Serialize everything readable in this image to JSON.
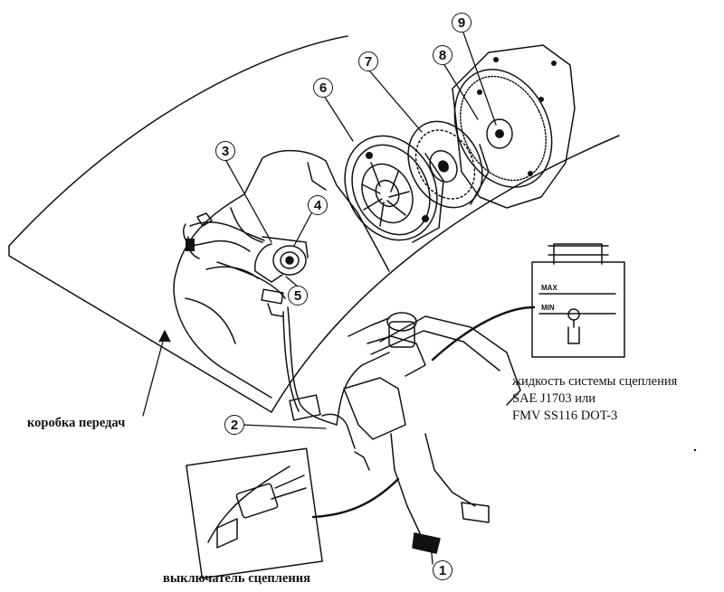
{
  "callouts": [
    "1",
    "2",
    "3",
    "4",
    "5",
    "6",
    "7",
    "8",
    "9"
  ],
  "labels": {
    "gearbox": "коробка передач",
    "clutch_switch": "выключатель сцепления",
    "fluid_line1": "жидкость системы сцепления",
    "fluid_line2": "SAE J1703 или",
    "fluid_line3": "FMV SS116 DOT-3"
  },
  "reservoir": {
    "max": "MAX",
    "min": "MIN"
  }
}
